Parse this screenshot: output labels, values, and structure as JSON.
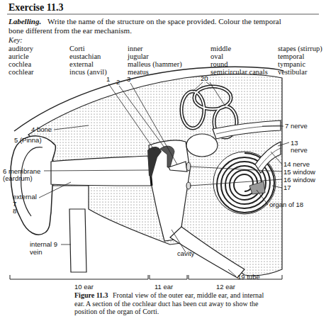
{
  "diagram": {
    "title": "Exercise 11.3",
    "caption": "Frontal view of the outer ear, middle ear, and internal ear. A section of the cochlear duct has been cut away to show the position of the organ of Corti.",
    "labels": [
      "Labelling.",
      "Write the name of the structure on the space provided. Colour the temporal bone different from the ear mechanism.",
      "Key:",
      "auditory",
      "Corti",
      "inner",
      "middle",
      "stapes (stirrup)",
      "auricle",
      "eustachian",
      "jugular",
      "oval",
      "temporal",
      "cochlea",
      "external",
      "malleus (hammer)",
      "round",
      "tympanic",
      "cochlear",
      "incus (anvil)",
      "meatus",
      "semicircular canals",
      "vestibular",
      "1",
      "2",
      "3",
      "20",
      "4 bone",
      "5 (Pinna)",
      "7 nerve",
      "13",
      "nerve",
      "6 membrane",
      "(eardrum)",
      "14 nerve",
      "15 window",
      "16 window",
      "external",
      "7",
      "17",
      "8",
      "organ of 18",
      "internal 9",
      "vein",
      "cavity",
      "19 tube",
      "10 ear",
      "11 ear",
      "12 ear",
      "Figure 11.3"
    ]
  }
}
